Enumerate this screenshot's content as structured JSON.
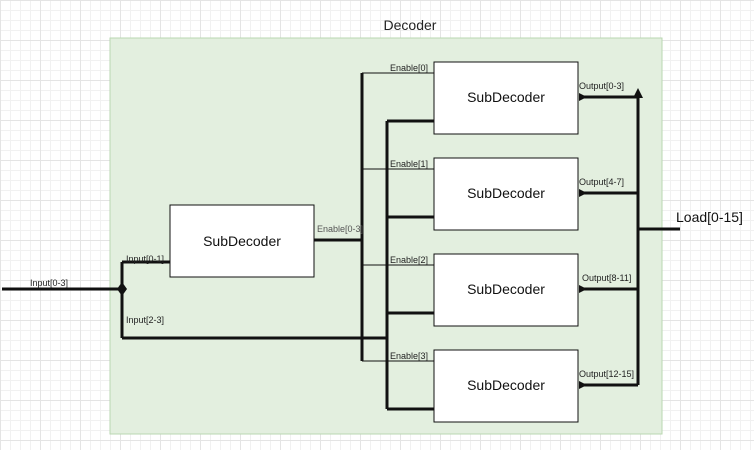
{
  "diagram": {
    "title": "Decoder",
    "main_subdecoder": "SubDecoder",
    "sub_decoders": [
      {
        "label": "SubDecoder",
        "enable": "Enable[0]",
        "output": "Output[0-3]"
      },
      {
        "label": "SubDecoder",
        "enable": "Enable[1]",
        "output": "Output[4-7]"
      },
      {
        "label": "SubDecoder",
        "enable": "Enable[2]",
        "output": "Output[8-11]"
      },
      {
        "label": "SubDecoder",
        "enable": "Enable[3]",
        "output": "Output[12-15]"
      }
    ],
    "input_label": "Input[0-3]",
    "input_low_label": "Input[0-1]",
    "input_high_label": "Input[2-3]",
    "enable_bus_label": "Enable[0-3]",
    "load_label": "Load[0-15]",
    "colors": {
      "container_fill": "#e3efdf",
      "container_border": "#b9d7b1",
      "wire": "#111111"
    }
  }
}
